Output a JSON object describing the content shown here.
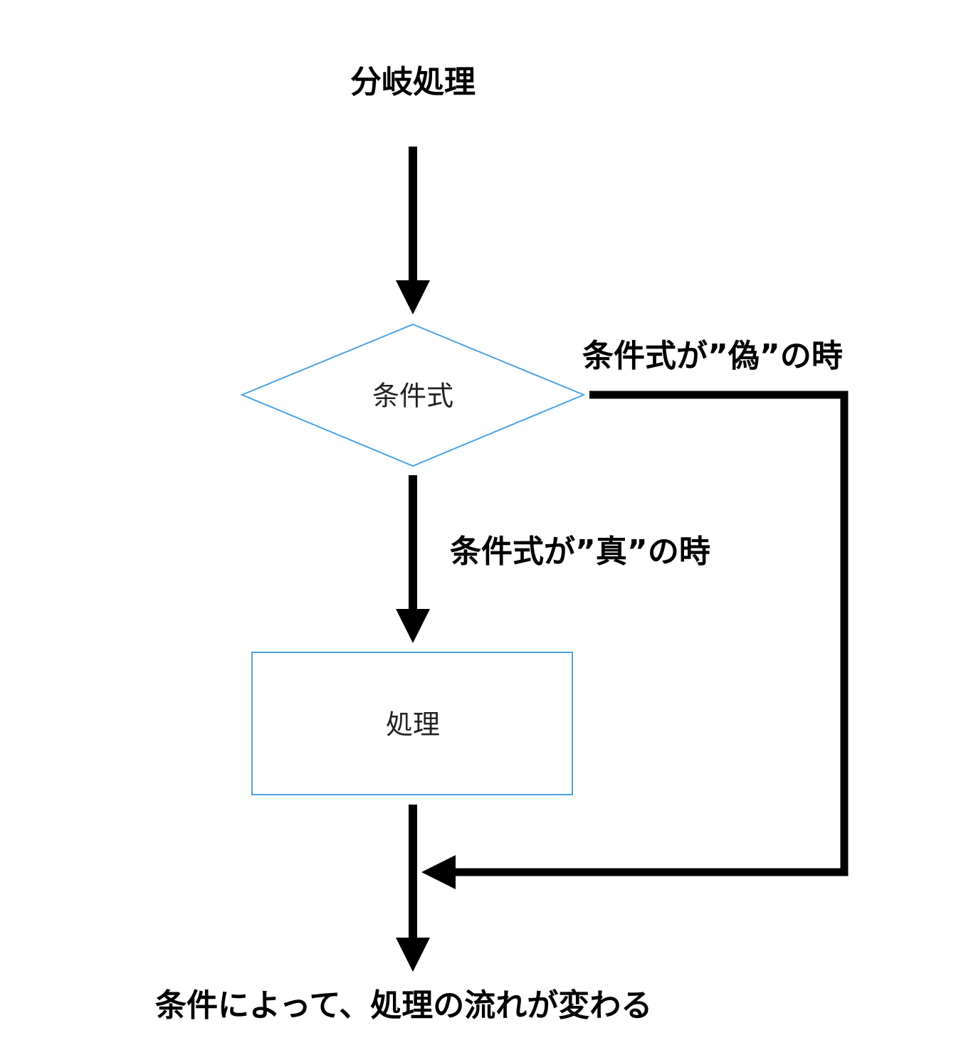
{
  "title": "分岐処理",
  "decision": {
    "label": "条件式"
  },
  "process": {
    "label": "処理"
  },
  "branches": {
    "false_label": "条件式が”偽”の時",
    "true_label": "条件式が”真”の時"
  },
  "footer": "条件によって、処理の流れが変わる",
  "colors": {
    "shape_stroke": "#4aa3e8",
    "arrow": "#000000",
    "background": "#ffffff"
  }
}
